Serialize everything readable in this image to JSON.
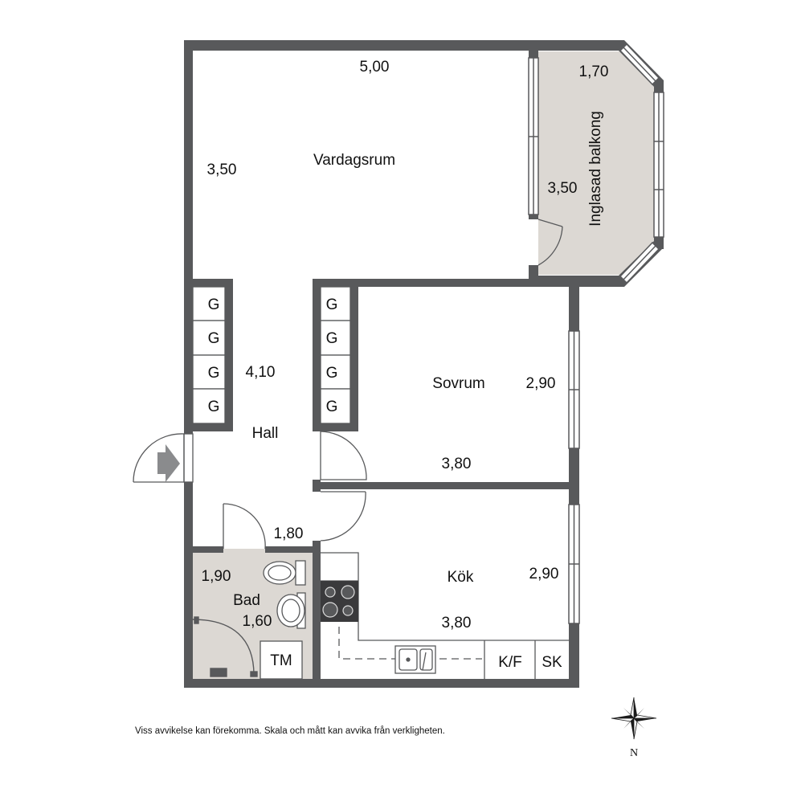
{
  "rooms": {
    "vardagsrum": {
      "name": "Vardagsrum",
      "width": "5,00",
      "depth": "3,50"
    },
    "balkong": {
      "name": "Inglasad balkong",
      "width": "1,70",
      "depth": "3,50"
    },
    "hall": {
      "name": "Hall",
      "depth": "4,10",
      "width": "1,80"
    },
    "sovrum": {
      "name": "Sovrum",
      "depth": "2,90",
      "width": "3,80"
    },
    "kok": {
      "name": "Kök",
      "depth": "2,90",
      "width": "3,80"
    },
    "bad": {
      "name": "Bad",
      "depth": "1,90",
      "width": "1,60"
    }
  },
  "fixtures": {
    "wardrobe_label": "G",
    "wardrobes_left": [
      "G",
      "G",
      "G",
      "G"
    ],
    "wardrobes_right": [
      "G",
      "G",
      "G",
      "G"
    ],
    "tm": "TM",
    "kf": "K/F",
    "sk": "SK"
  },
  "compass": {
    "north": "N"
  },
  "disclaimer": "Viss avvikelse kan förekomma. Skala och mått kan avvika från verkligheten.",
  "colors": {
    "wall": "#58595b",
    "balcony_floor": "#dcd8d3",
    "bath_floor": "#dcd8d3",
    "floor": "#ffffff"
  }
}
